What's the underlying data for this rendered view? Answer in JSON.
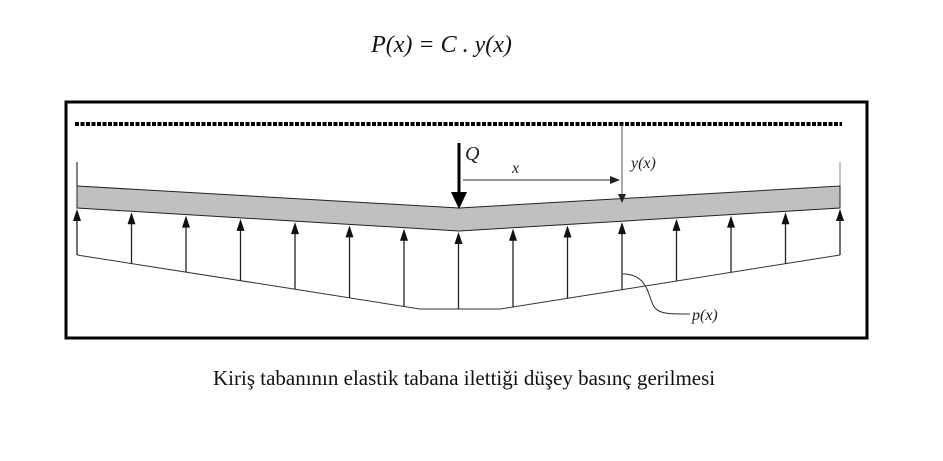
{
  "formula": "P(x) = C . y(x)",
  "labels": {
    "load": "Q",
    "distance": "x",
    "deflection": "y(x)",
    "pressure": "p(x)"
  },
  "caption": "Kiriş tabanının elastik tabana ilettiği düşey basınç gerilmesi",
  "colors": {
    "beam": "#c0c0c0",
    "frame": "#000000"
  }
}
